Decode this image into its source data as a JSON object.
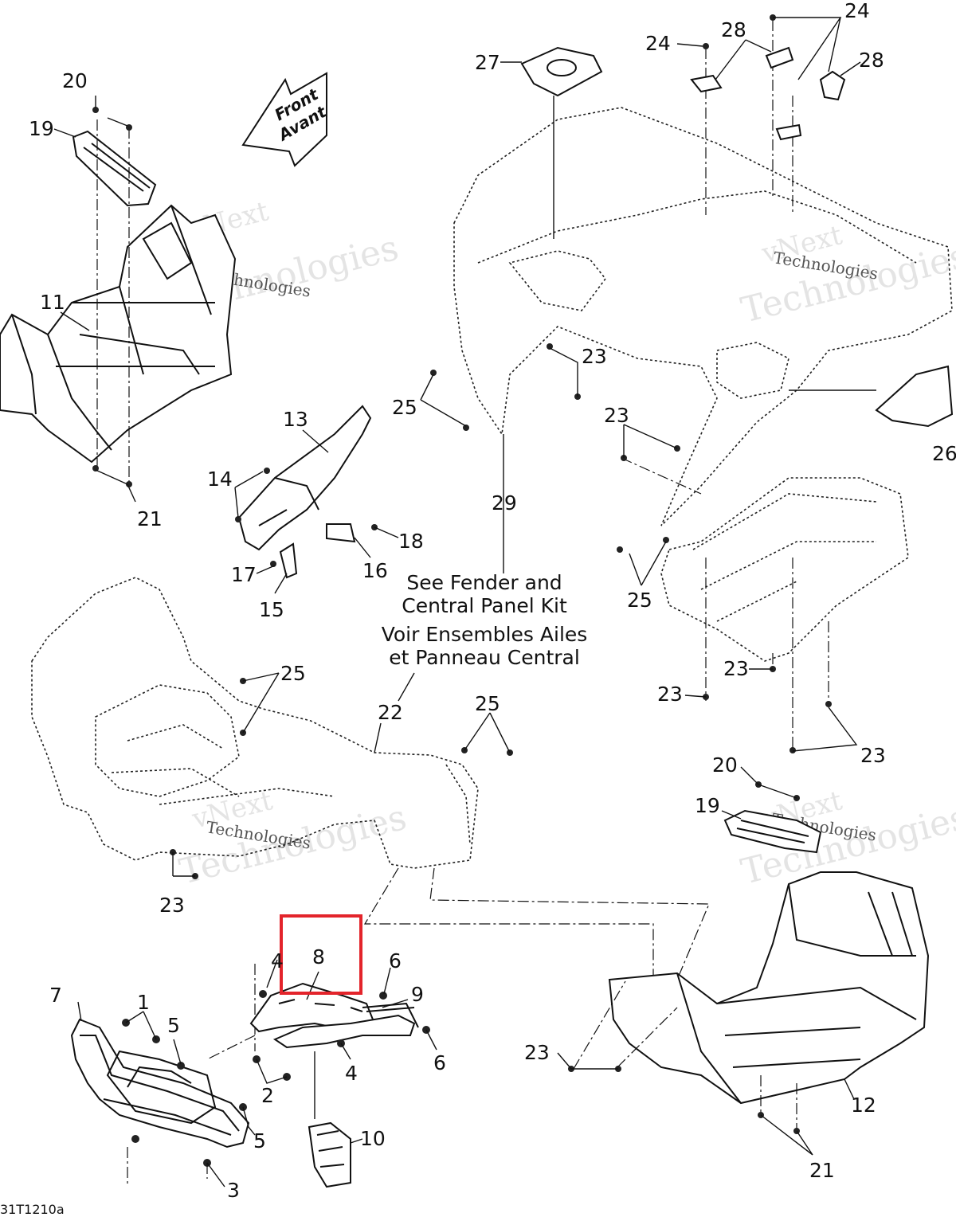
{
  "direction_arrow": {
    "line1": "Front",
    "line2": "Avant"
  },
  "note": {
    "line1": "See Fender and",
    "line2": "Central Panel Kit",
    "line3": "Voir Ensembles Ailes",
    "line4": "et Panneau Central"
  },
  "watermark": {
    "line1": "vNext",
    "line2": "Technologies"
  },
  "figure_id": "31T1210a",
  "highlight": {
    "color": "#e3242b",
    "part_number": "8"
  },
  "callouts": [
    {
      "id": "c20a",
      "label": "20"
    },
    {
      "id": "c19a",
      "label": "19"
    },
    {
      "id": "c11",
      "label": "11"
    },
    {
      "id": "c21a",
      "label": "21"
    },
    {
      "id": "c13",
      "label": "13"
    },
    {
      "id": "c14",
      "label": "14"
    },
    {
      "id": "c18",
      "label": "18"
    },
    {
      "id": "c16",
      "label": "16"
    },
    {
      "id": "c17",
      "label": "17"
    },
    {
      "id": "c15",
      "label": "15"
    },
    {
      "id": "c27",
      "label": "27"
    },
    {
      "id": "c24a",
      "label": "24"
    },
    {
      "id": "c28a",
      "label": "28"
    },
    {
      "id": "c24b",
      "label": "24"
    },
    {
      "id": "c28b",
      "label": "28"
    },
    {
      "id": "c23a",
      "label": "23"
    },
    {
      "id": "c25a",
      "label": "25"
    },
    {
      "id": "c23b",
      "label": "23"
    },
    {
      "id": "c26",
      "label": "26"
    },
    {
      "id": "c29",
      "label": "29"
    },
    {
      "id": "c25b",
      "label": "25"
    },
    {
      "id": "c23c",
      "label": "23"
    },
    {
      "id": "c23d",
      "label": "23"
    },
    {
      "id": "c23e",
      "label": "23"
    },
    {
      "id": "c25c",
      "label": "25"
    },
    {
      "id": "c22",
      "label": "22"
    },
    {
      "id": "c25d",
      "label": "25"
    },
    {
      "id": "c23f",
      "label": "23"
    },
    {
      "id": "c20b",
      "label": "20"
    },
    {
      "id": "c19b",
      "label": "19"
    },
    {
      "id": "c8",
      "label": "8"
    },
    {
      "id": "c4a",
      "label": "4"
    },
    {
      "id": "c6a",
      "label": "6"
    },
    {
      "id": "c9",
      "label": "9"
    },
    {
      "id": "c7",
      "label": "7"
    },
    {
      "id": "c1",
      "label": "1"
    },
    {
      "id": "c5a",
      "label": "5"
    },
    {
      "id": "c6b",
      "label": "6"
    },
    {
      "id": "c4b",
      "label": "4"
    },
    {
      "id": "c2",
      "label": "2"
    },
    {
      "id": "c5b",
      "label": "5"
    },
    {
      "id": "c3",
      "label": "3"
    },
    {
      "id": "c10",
      "label": "10"
    },
    {
      "id": "c23g",
      "label": "23"
    },
    {
      "id": "c12",
      "label": "12"
    },
    {
      "id": "c21b",
      "label": "21"
    }
  ]
}
